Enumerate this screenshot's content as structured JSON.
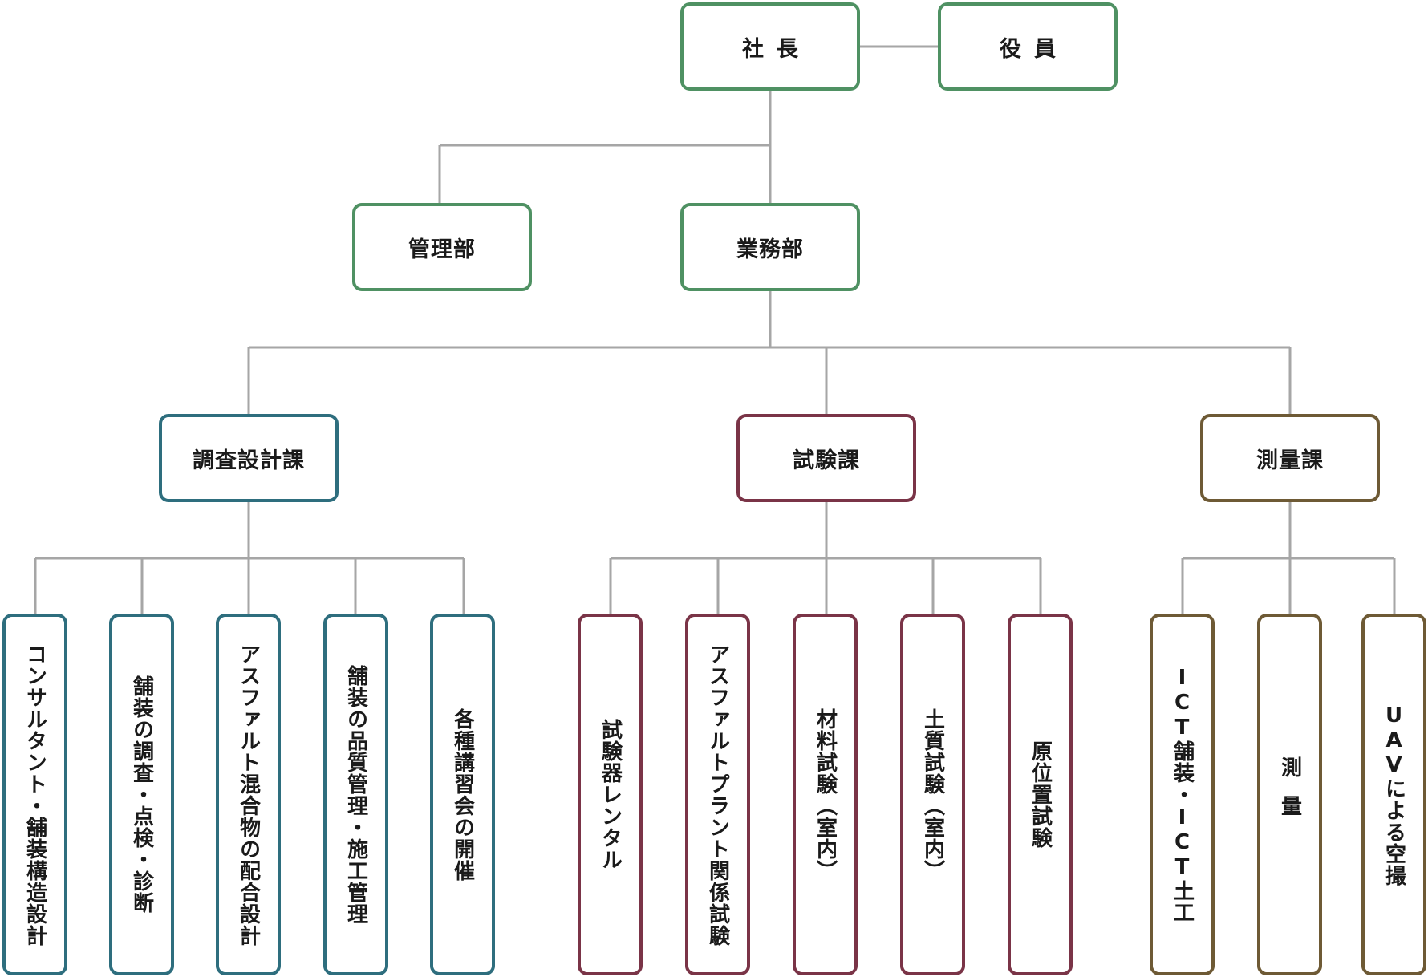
{
  "colors": {
    "green": "#4f9163",
    "blue": "#2e6e7e",
    "red": "#7a3447",
    "brown": "#6e5a35",
    "connector": "#a6a6a6"
  },
  "nodes": {
    "president": "社長",
    "executives": "役員",
    "admin_dept": "管理部",
    "operations_dept": "業務部",
    "survey_design_section": "調査設計課",
    "testing_section": "試験課",
    "surveying_section": "測量課",
    "survey_design_items": [
      "コンサルタント・舗装構造設計",
      "舗装の調査・点検・診断",
      "アスファルト混合物の配合設計",
      "舗装の品質管理・施工管理",
      "各種講習会の開催"
    ],
    "testing_items": [
      "試験器レンタル",
      "アスファルトプラント関係試験",
      "材料試験（室内）",
      "土質試験（室内）",
      "原位置試験"
    ],
    "surveying_items": [
      "ICT舗装・ICT土工",
      "測量",
      "UAVによる空撮"
    ]
  }
}
